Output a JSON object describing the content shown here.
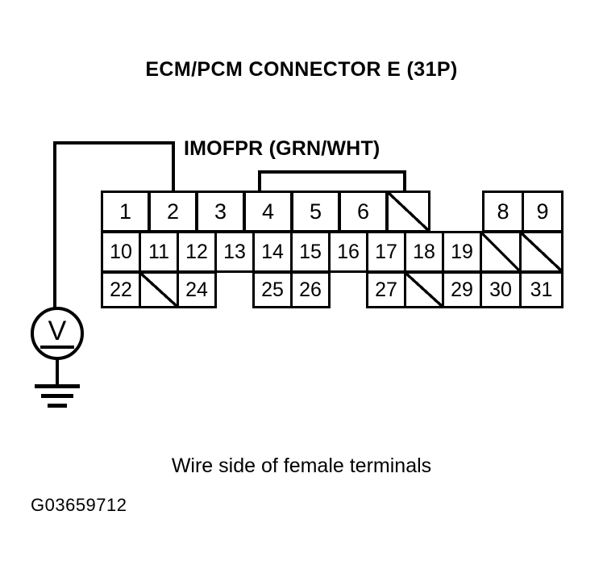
{
  "diagram": {
    "title": "ECM/PCM CONNECTOR E (31P)",
    "circuit_label": "IMOFPR (GRN/WHT)",
    "caption": "Wire side of female terminals",
    "figure_code": "G03659712",
    "line_color": "#000000",
    "background_color": "#ffffff"
  },
  "meter": {
    "symbol": "V",
    "name": "voltmeter",
    "ground_symbol": "earth-ground"
  },
  "connector": {
    "name": "ECM/PCM Connector E",
    "pin_count": "31P",
    "rows": [
      {
        "row": 1,
        "cells": [
          {
            "label": "1",
            "blank": false
          },
          {
            "label": "2",
            "blank": false
          },
          {
            "label": "3",
            "blank": false
          },
          {
            "label": "4",
            "blank": false
          },
          {
            "label": "5",
            "blank": false
          },
          {
            "label": "6",
            "blank": false
          },
          {
            "label": "",
            "blank": true
          },
          {
            "label": "8",
            "blank": false
          },
          {
            "label": "9",
            "blank": false
          }
        ]
      },
      {
        "row": 2,
        "cells": [
          {
            "label": "10",
            "blank": false
          },
          {
            "label": "11",
            "blank": false
          },
          {
            "label": "12",
            "blank": false
          },
          {
            "label": "13",
            "blank": false
          },
          {
            "label": "14",
            "blank": false
          },
          {
            "label": "15",
            "blank": false
          },
          {
            "label": "16",
            "blank": false
          },
          {
            "label": "17",
            "blank": false
          },
          {
            "label": "18",
            "blank": false
          },
          {
            "label": "19",
            "blank": false
          },
          {
            "label": "",
            "blank": true
          },
          {
            "label": "",
            "blank": true
          }
        ]
      },
      {
        "row": 3,
        "cells": [
          {
            "label": "22",
            "blank": false
          },
          {
            "label": "",
            "blank": true
          },
          {
            "label": "24",
            "blank": false
          },
          {
            "label": "25",
            "blank": false
          },
          {
            "label": "26",
            "blank": false
          },
          {
            "label": "27",
            "blank": false
          },
          {
            "label": "",
            "blank": true
          },
          {
            "label": "29",
            "blank": false
          },
          {
            "label": "30",
            "blank": false
          },
          {
            "label": "31",
            "blank": false
          }
        ]
      }
    ],
    "probed_terminal": "2",
    "circuit_bracket_terminals": "4-7"
  }
}
